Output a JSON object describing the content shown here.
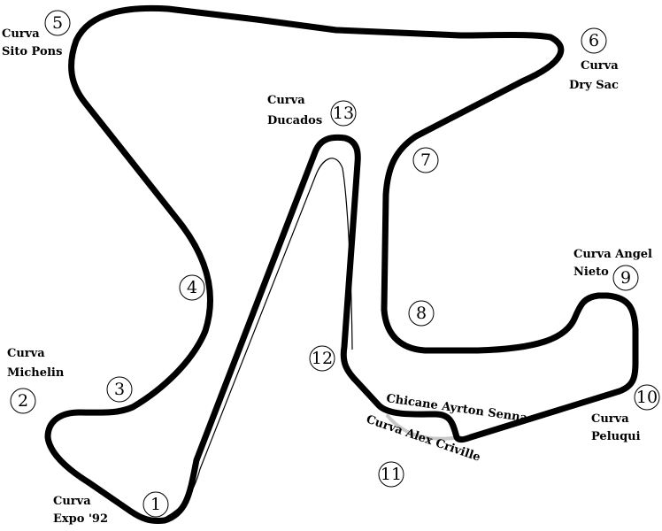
{
  "circuit": {
    "colors": {
      "track": "#000000",
      "alternate_section": "#c8c8c8",
      "background": "#ffffff"
    },
    "turns": [
      {
        "id": "t1",
        "number": "1",
        "name_lines": [
          "Curva",
          "Expo '92"
        ]
      },
      {
        "id": "t2",
        "number": "2",
        "name_lines": [
          "Curva",
          "Michelin"
        ]
      },
      {
        "id": "t3",
        "number": "3",
        "name_lines": []
      },
      {
        "id": "t4",
        "number": "4",
        "name_lines": []
      },
      {
        "id": "t5",
        "number": "5",
        "name_lines": [
          "Curva",
          "Sito Pons"
        ]
      },
      {
        "id": "t6",
        "number": "6",
        "name_lines": [
          "Curva",
          "Dry Sac"
        ]
      },
      {
        "id": "t7",
        "number": "7",
        "name_lines": []
      },
      {
        "id": "t8",
        "number": "8",
        "name_lines": []
      },
      {
        "id": "t9",
        "number": "9",
        "name_lines": [
          "Curva Angel",
          "Nieto"
        ]
      },
      {
        "id": "t10",
        "number": "10",
        "name_lines": [
          "Curva",
          "Peluqui"
        ]
      },
      {
        "id": "t11",
        "number": "11",
        "name_lines": [
          "Curva Alex Criville"
        ]
      },
      {
        "id": "t12",
        "number": "12",
        "name_lines": []
      },
      {
        "id": "t13",
        "number": "13",
        "name_lines": [
          "Curva",
          "Ducados"
        ]
      }
    ],
    "chicane_label": "Chicane Ayrton Senna"
  }
}
